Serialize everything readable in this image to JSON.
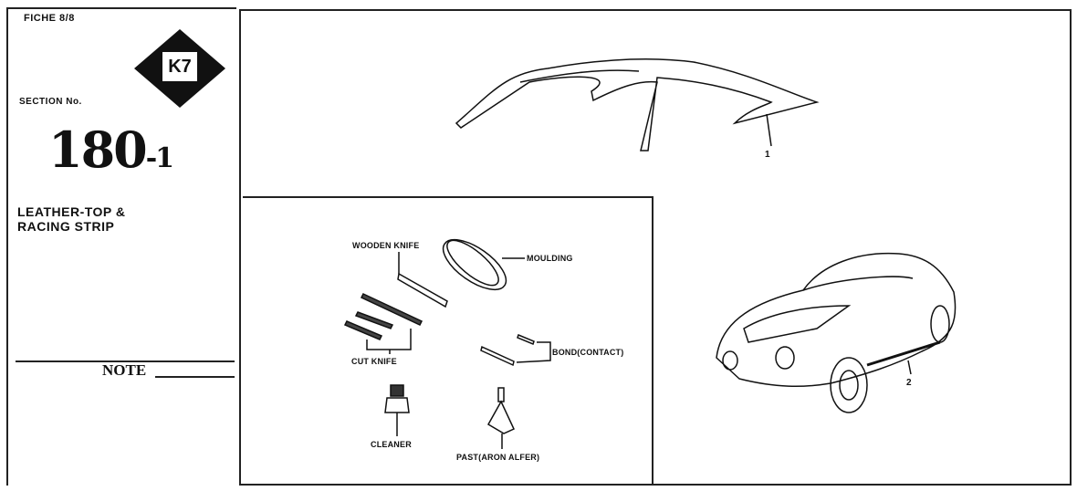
{
  "header": {
    "fiche": "FICHE 8/8",
    "badge": "K7",
    "section_label": "SECTION No.",
    "section_number": "180",
    "section_suffix": "-1",
    "title_line1": "LEATHER-TOP &",
    "title_line2": "RACING STRIP",
    "note": "NOTE"
  },
  "parts": {
    "roof_callout": "1",
    "car_callout": "2"
  },
  "tools": {
    "wooden_knife": "WOODEN KNIFE",
    "moulding": "MOULDING",
    "cut_knife": "CUT KNIFE",
    "bond": "BOND(CONTACT)",
    "cleaner": "CLEANER",
    "past": "PAST(ARON ALFER)"
  }
}
